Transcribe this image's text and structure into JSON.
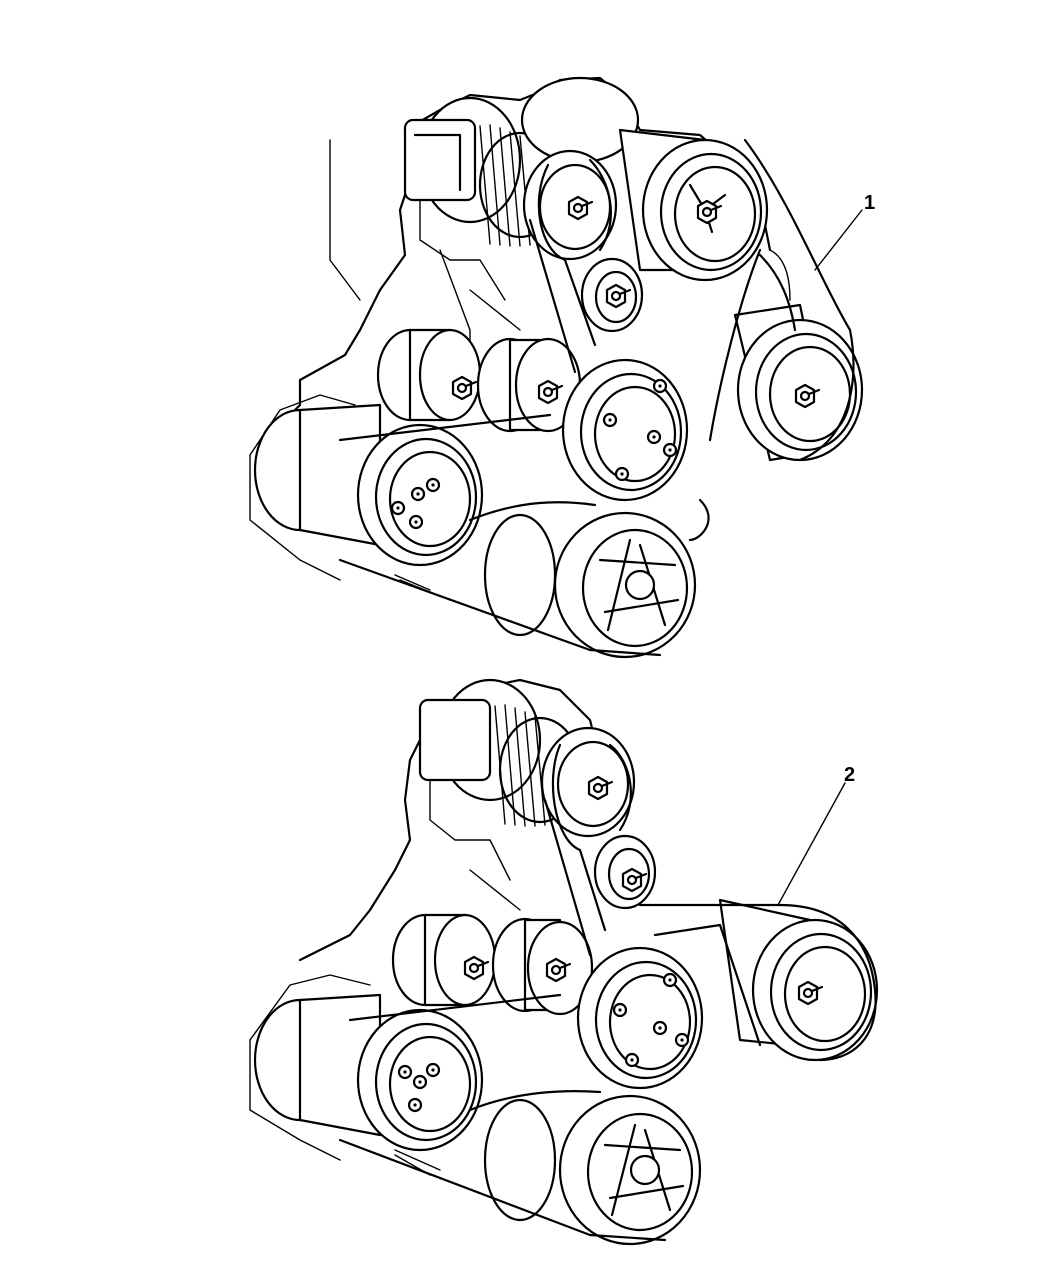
{
  "callouts": {
    "one": "1",
    "two": "2"
  },
  "assemblies": [
    {
      "callout": "1",
      "part": "drive-belt-routing-upper"
    },
    {
      "callout": "2",
      "part": "drive-belt-routing-lower"
    }
  ],
  "colors": {
    "line": "#000000",
    "background": "#ffffff"
  }
}
